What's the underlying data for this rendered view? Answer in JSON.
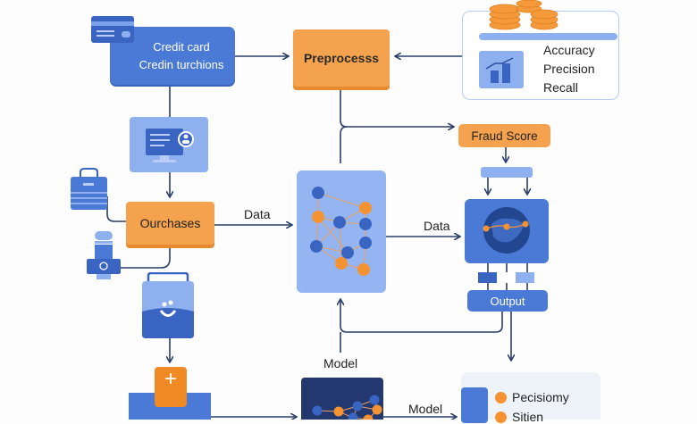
{
  "diagram": {
    "title": "Fraud detection pipeline",
    "colors": {
      "blue": "#4a7ad6",
      "light_blue": "#8fb0ef",
      "orange": "#f5a24f",
      "dark_navy": "#22386e",
      "arrow": "#2b3f6b"
    }
  },
  "nodes": {
    "credit_card": {
      "line1": "Credit card",
      "line2": "Credin turchions",
      "icon": "credit-card-icon"
    },
    "preprocess": {
      "label": "Preprocesss"
    },
    "metrics": {
      "items": [
        "Accuracy",
        "Precision",
        "Recall"
      ],
      "icon": "bar-chart-trend-icon",
      "decor_icon": "coin-stack-icon"
    },
    "computer": {
      "icon": "monitor-user-icon"
    },
    "purchases": {
      "label": "Ourchases"
    },
    "shopping_bag": {
      "icon": "shopping-bag-icon"
    },
    "pos_terminal": {
      "icon": "pos-terminal-icon"
    },
    "network": {
      "icon": "neural-network-icon"
    },
    "fraud_score": {
      "label": "Fraud Score"
    },
    "globe": {
      "icon": "globe-network-icon"
    },
    "output": {
      "label": "Output"
    },
    "bag_smile": {
      "icon": "bag-smile-icon"
    },
    "plus_box": {
      "icon": "plus-box-icon"
    },
    "model_network": {
      "icon": "model-network-icon"
    },
    "result": {
      "items": [
        "Pecisiomy",
        "Sitien"
      ]
    }
  },
  "edge_labels": {
    "data_left": "Data",
    "data_right": "Data",
    "model_up": "Model",
    "model_bottom": "Model"
  }
}
